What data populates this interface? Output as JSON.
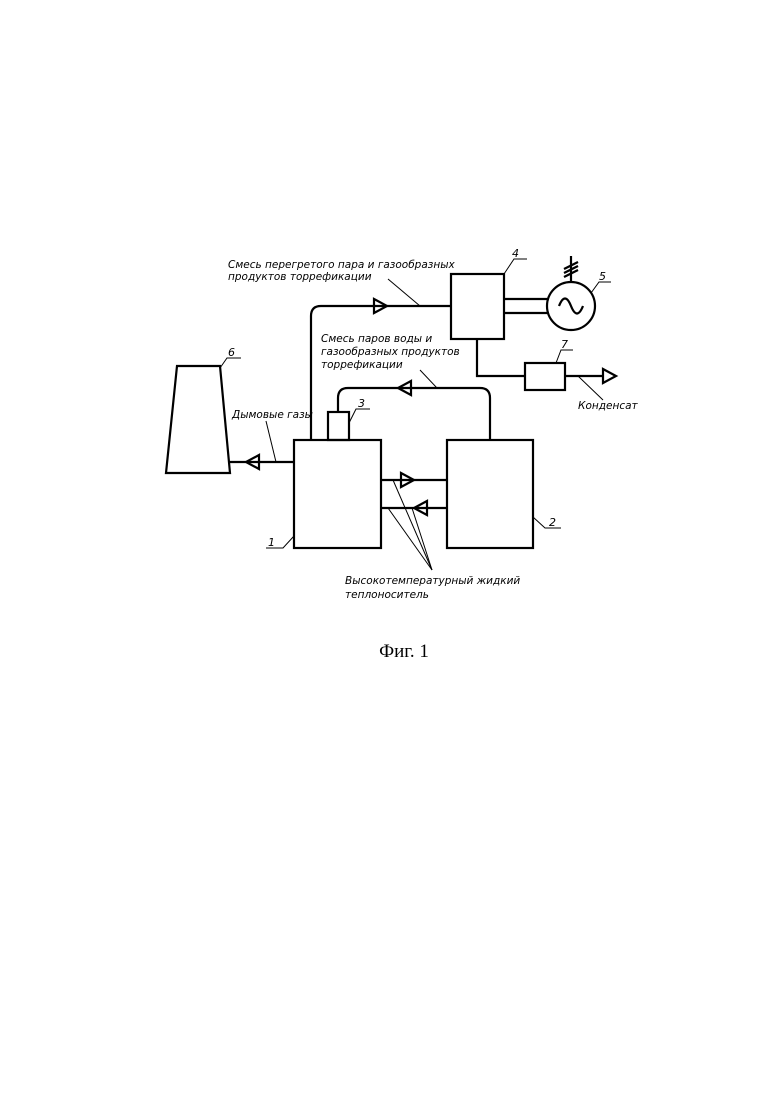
{
  "labels": {
    "superheated_line1": "Смесь перегретого пара и газообразных",
    "superheated_line2": "продуктов торрефикации",
    "vapor_line1": "Смесь паров воды и",
    "vapor_line2": "газообразных продуктов",
    "vapor_line3": "торрефикации",
    "flue_gas": "Дымовые газы",
    "condensate": "Конденсат",
    "coolant_line1": "Высокотемпературный жидкий",
    "coolant_line2": "теплоноситель"
  },
  "numbers": {
    "n1": "1",
    "n2": "2",
    "n3": "3",
    "n4": "4",
    "n5": "5",
    "n6": "6",
    "n7": "7"
  },
  "caption": "Фиг. 1"
}
